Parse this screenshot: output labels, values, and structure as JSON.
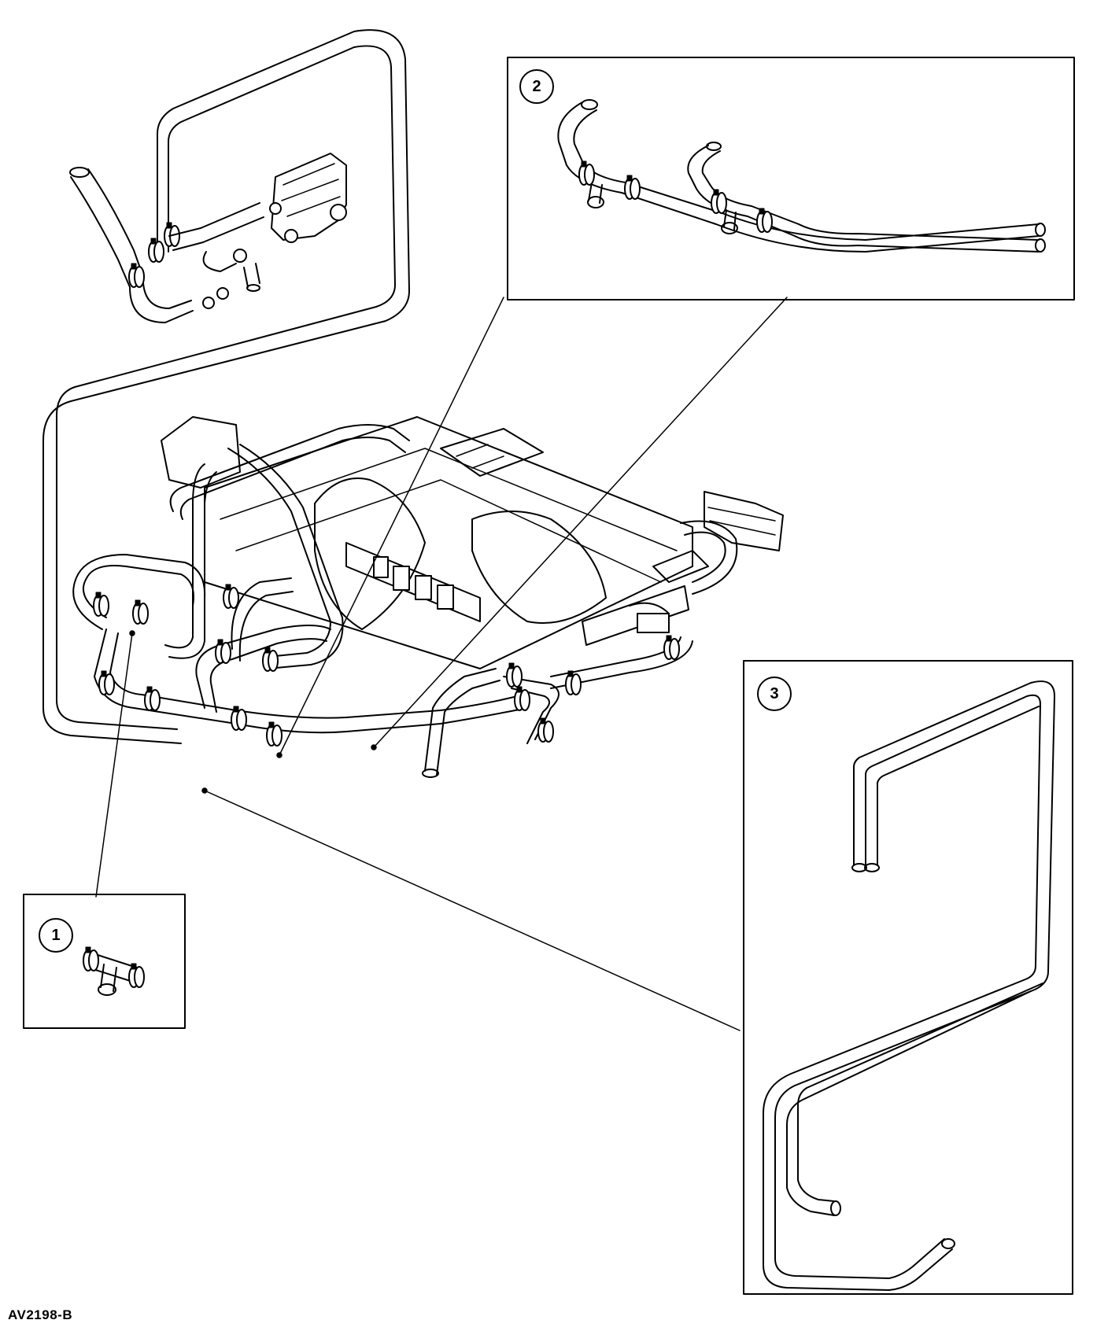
{
  "diagram": {
    "figure_code": "AV2198-B",
    "callouts": [
      {
        "id": "1",
        "label": "1"
      },
      {
        "id": "2",
        "label": "2"
      },
      {
        "id": "3",
        "label": "3"
      }
    ]
  }
}
